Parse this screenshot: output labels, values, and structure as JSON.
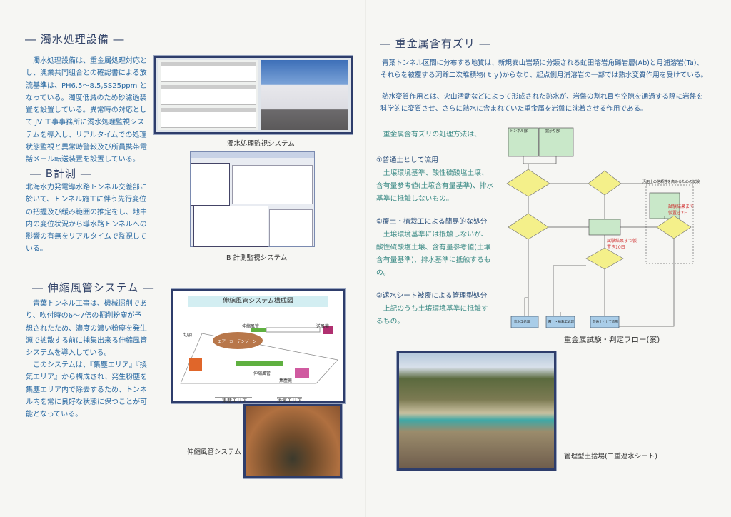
{
  "left": {
    "wastewater": {
      "title": "― 濁水処理設備 ―",
      "body": "濁水処理設備は、重金属処理対応とし、漁業共同組合との確認書による放流基準は、PH6.5～8.5,SS25ppm となっている。濁度低減のため砂濾過装置を設置している。異常時の対応として JV 工事事務所に濁水処理監視システムを導入し、リアルタイムでの処理状態監視と異常時警報及び所員携帯電話メール転送装置を設置している。",
      "caption": "濁水処理監視システム"
    },
    "bmeasure": {
      "title": "― B計測 ―",
      "body": "北海水力発電導水路トンネル交差部に於いて、トンネル施工に伴う先行変位の把握及び緩み範囲の推定をし、地中内の変位状況から導水路トンネルへの影響の有無をリアルタイムで監視している。",
      "caption": "B 計測監視システム"
    },
    "duct": {
      "title": "― 伸縮風管システム ―",
      "body1": "青葉トンネル工事は、機械掘削であり、吹付時の6～7倍の掘削粉塵が予想されたため、濃度の濃い粉塵を発生源で拡散する前に捕集出来る伸縮風管システムを導入している。",
      "body2": "このシステムは、『集塵エリア』『換気エリア』から構成され、発生粉塵を集塵エリア内で除去するため、トンネル内を常に良好な状態に保つことが可能となっている。",
      "diagram_title": "伸縮風管システム構成図",
      "diagram_labels": {
        "face": "切羽",
        "duct_top": "伸縮風管",
        "fan": "送風機",
        "curtain": "エアーカーテンゾーン",
        "duct_bottom": "伸縮風管",
        "collector": "集塵機",
        "dust_area": "集塵エリア",
        "vent_area": "換気エリア"
      },
      "caption": "伸縮風管システム"
    }
  },
  "right": {
    "title": "― 重金属含有ズリ ―",
    "para1": [
      "青葉トンネル区間に分布する地質は、新規安山岩類に分類される虻田溶岩角礫岩層(Ab)と月浦溶岩(Ta)、",
      "それらを被覆する洞爺二次堆積物(ｔｙ)からなり、起点側月浦溶岩の一部では熱水変質作用を受けている。"
    ],
    "para2": [
      "熱水変質作用とは、火山活動などによって形成された熱水が、岩盤の割れ目や空隙を通過する際に岩盤を",
      "科学的に変質させ、さらに熱水に含まれていた重金属を岩盤に沈着させる作用である。"
    ],
    "intro": "重金属含有ズリの処理方法は、",
    "methods": [
      {
        "title": "①普通土として流用",
        "body": "土壌環境基準、酸性硫酸塩土壌、含有量参考値(土壌含有量基準)、排水基準に抵触しないもの。"
      },
      {
        "title": "②覆土・植栽工による簡易的な処分",
        "body": "土壌環境基準には抵触しないが、酸性硫酸塩土壌、含有量参考値(土壌含有量基準)、排水基準に抵触するもの。"
      },
      {
        "title": "③遮水シート被覆による管理型処分",
        "body": "上記のうち土壌環境基準に抵触するもの。"
      }
    ],
    "flow": {
      "caption": "重金属試験・判定フロー(案)",
      "box_tunnel": "トンネル部",
      "box_cut": "掘かり部",
      "box_hold2": "試験結果まで仮置き2日",
      "box_hold10": "試験結果まで仮置き10日",
      "test_group": "汚用土の信頼性を高めるための試験",
      "end1": "遮水工処理",
      "end2": "覆土・植栽工処理",
      "end3": "普通土として流用"
    },
    "photo_caption": "管理型土捨場(二重遮水シート)"
  }
}
